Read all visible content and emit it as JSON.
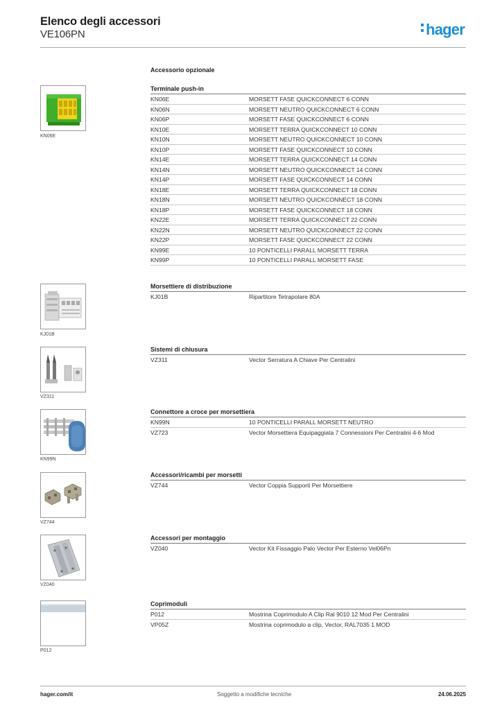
{
  "header": {
    "title": "Elenco degli accessori",
    "subtitle": "VE106PN",
    "logo": "hager"
  },
  "section_label": "Accessorio opzionale",
  "groups": [
    {
      "title": "Terminale push-in",
      "image_caption": "KN06E",
      "rows": [
        {
          "code": "KN06E",
          "desc": "MORSETT FASE QUICKCONNECT 6 CONN"
        },
        {
          "code": "KN06N",
          "desc": "MORSETT NEUTRO QUICKCONNECT 6 CONN"
        },
        {
          "code": "KN06P",
          "desc": "MORSETT FASE QUICKCONNECT 6 CONN"
        },
        {
          "code": "KN10E",
          "desc": "MORSETT TERRA QUICKCONNECT 10 CONN"
        },
        {
          "code": "KN10N",
          "desc": "MORSETT NEUTRO QUICKCONNECT 10 CONN"
        },
        {
          "code": "KN10P",
          "desc": "MORSETT FASE QUICKCONNECT 10 CONN"
        },
        {
          "code": "KN14E",
          "desc": "MORSETT TERRA QUICKCONNECT 14 CONN"
        },
        {
          "code": "KN14N",
          "desc": "MORSETT NEUTRO QUICKCONNECT 14 CONN"
        },
        {
          "code": "KN14P",
          "desc": "MORSETT FASE QUICKCONNECT 14 CONN"
        },
        {
          "code": "KN18E",
          "desc": "MORSETT TERRA QUICKCONNECT 18 CONN"
        },
        {
          "code": "KN18N",
          "desc": "MORSETT NEUTRO QUICKCONNECT 18 CONN"
        },
        {
          "code": "KN18P",
          "desc": "MORSETT FASE QUICKCONNECT 18 CONN"
        },
        {
          "code": "KN22E",
          "desc": "MORSETT TERRA QUICKCONNECT 22 CONN"
        },
        {
          "code": "KN22N",
          "desc": "MORSETT NEUTRO QUICKCONNECT 22 CONN"
        },
        {
          "code": "KN22P",
          "desc": "MORSETT FASE QUICKCONNECT 22 CONN"
        },
        {
          "code": "KN99E",
          "desc": "10 PONTICELLI PARALL MORSETT TERRA"
        },
        {
          "code": "KN99P",
          "desc": "10 PONTICELLI PARALL MORSETT FASE"
        }
      ]
    },
    {
      "title": "Morsettiere di distribuzione",
      "image_caption": "KJ01B",
      "rows": [
        {
          "code": "KJ01B",
          "desc": "Ripartitore Tetrapolare 80A"
        }
      ]
    },
    {
      "title": "Sistemi di chiusura",
      "image_caption": "VZ311",
      "rows": [
        {
          "code": "VZ311",
          "desc": "Vector Serratura A Chiave Per Centralini"
        }
      ]
    },
    {
      "title": "Connettore a croce per morsettiera",
      "image_caption": "KN99N",
      "rows": [
        {
          "code": "KN99N",
          "desc": "10 PONTICELLI PARALL MORSETT NEUTRO"
        },
        {
          "code": "VZ723",
          "desc": "Vector Morsettiera Equipaggiata 7 Connessioni Per Centralini 4-6 Mod"
        }
      ]
    },
    {
      "title": "Accessori/ricambi per morsetti",
      "image_caption": "VZ744",
      "rows": [
        {
          "code": "VZ744",
          "desc": "Vector Coppia Supporti Per Morsettiere"
        }
      ]
    },
    {
      "title": "Accessori per montaggio",
      "image_caption": "VZ040",
      "rows": [
        {
          "code": "VZ040",
          "desc": "Vector Kit Fissaggio Palo Vector Per Esterno Vel06Pn"
        }
      ]
    },
    {
      "title": "Coprimoduli",
      "image_caption": "P012",
      "rows": [
        {
          "code": "P012",
          "desc": "Mostrina Coprimodulo A Clip Ral 9010 12 Mod Per Centralini"
        },
        {
          "code": "VP05Z",
          "desc": "Mostrina coprimodulo a clip, Vector, RAL7035 1 MOD"
        }
      ]
    }
  ],
  "footer": {
    "site": "hager.com/it",
    "note": "Soggetto a modifiche tecniche",
    "date": "24.06.2025"
  },
  "colors": {
    "brand_blue": "#1a8fd6",
    "terminal_green": "#3fae2a",
    "terminal_yellow": "#f2d21b",
    "connector_blue": "#4a7fb8"
  }
}
